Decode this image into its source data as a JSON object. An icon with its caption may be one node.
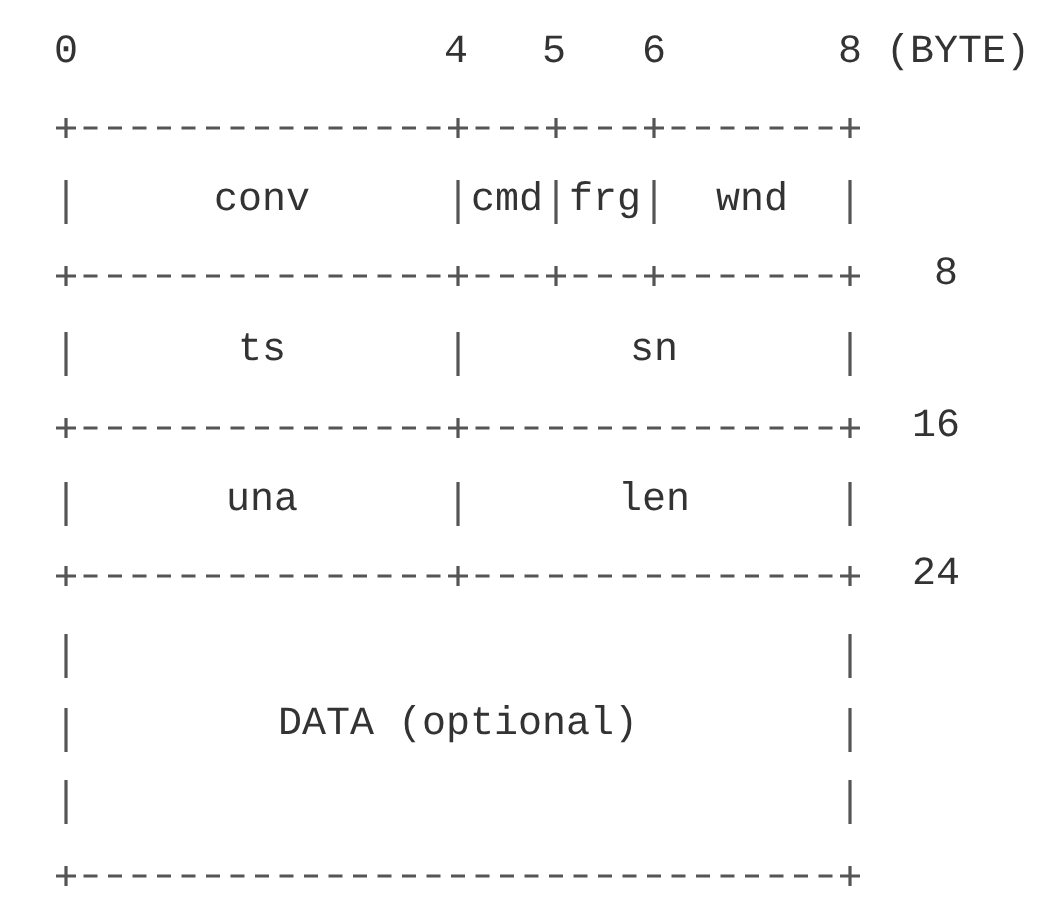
{
  "diagram": {
    "nodes": [
      {
        "text": [
          "conv"
        ]
      },
      {
        "text": [
          "cmd"
        ]
      },
      {
        "text": [
          "frg"
        ]
      },
      {
        "text": [
          "wnd"
        ]
      },
      {
        "text": [
          "ts"
        ]
      },
      {
        "text": [
          "sn"
        ]
      },
      {
        "text": [
          "una"
        ]
      },
      {
        "text": [
          "len"
        ]
      },
      {
        "text": [
          "DATA (optional)"
        ]
      }
    ],
    "labels": [
      "0",
      "4",
      "5",
      "6",
      "8 (BYTE)",
      "8",
      "16",
      "24"
    ]
  }
}
